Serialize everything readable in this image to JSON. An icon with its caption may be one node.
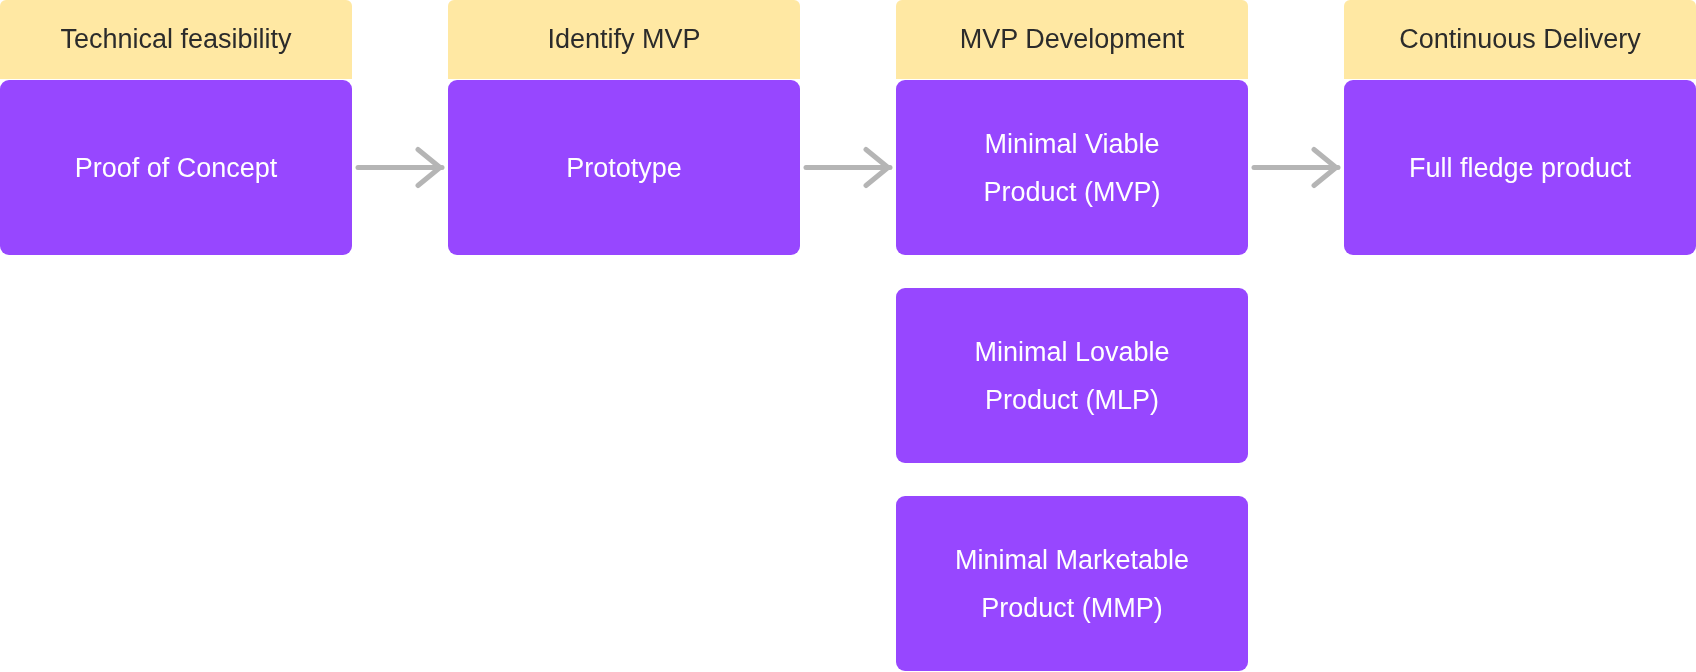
{
  "diagram": {
    "nodes": [
      {
        "text": [
          "Technical feasibility"
        ]
      },
      {
        "text": [
          "Proof of Concept"
        ]
      },
      {
        "text": [
          "Identify MVP"
        ]
      },
      {
        "text": [
          "Prototype"
        ]
      },
      {
        "text": [
          "MVP Development"
        ]
      },
      {
        "text": [
          "Minimal Viable Product (MVP)"
        ]
      },
      {
        "text": [
          "Minimal Lovable Product (MLP)"
        ]
      },
      {
        "text": [
          "Minimal Marketable Product (MMP)"
        ]
      },
      {
        "text": [
          "Continuous Delivery"
        ]
      },
      {
        "text": [
          "Full fledge product"
        ]
      }
    ],
    "edges": [
      {
        "from": 1,
        "to": 3,
        "arrow": "to"
      },
      {
        "from": 3,
        "to": 5,
        "arrow": "to"
      },
      {
        "from": 5,
        "to": 9,
        "arrow": "to"
      }
    ]
  }
}
